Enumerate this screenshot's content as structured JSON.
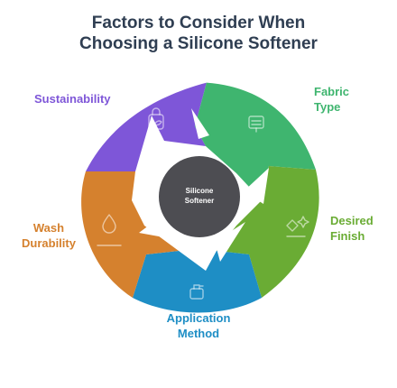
{
  "title": {
    "line1": "Factors to Consider When",
    "line2": "Choosing a Silicone Softener"
  },
  "center": {
    "line1": "Silicone",
    "line2": "Softener"
  },
  "factors": [
    {
      "line1": "Sustainability",
      "line2": "",
      "color": "#7e56d8",
      "icon": "bag-leaf-icon"
    },
    {
      "line1": "Fabric",
      "line2": "Type",
      "color": "#3fb56f",
      "icon": "fabric-roll-icon"
    },
    {
      "line1": "Desired",
      "line2": "Finish",
      "color": "#6aac34",
      "icon": "sparkle-badge-icon"
    },
    {
      "line1": "Application",
      "line2": "Method",
      "color": "#1e8ec5",
      "icon": "spray-bottle-icon"
    },
    {
      "line1": "Wash",
      "line2": "Durability",
      "color": "#d5812e",
      "icon": "water-drop-icon"
    }
  ]
}
